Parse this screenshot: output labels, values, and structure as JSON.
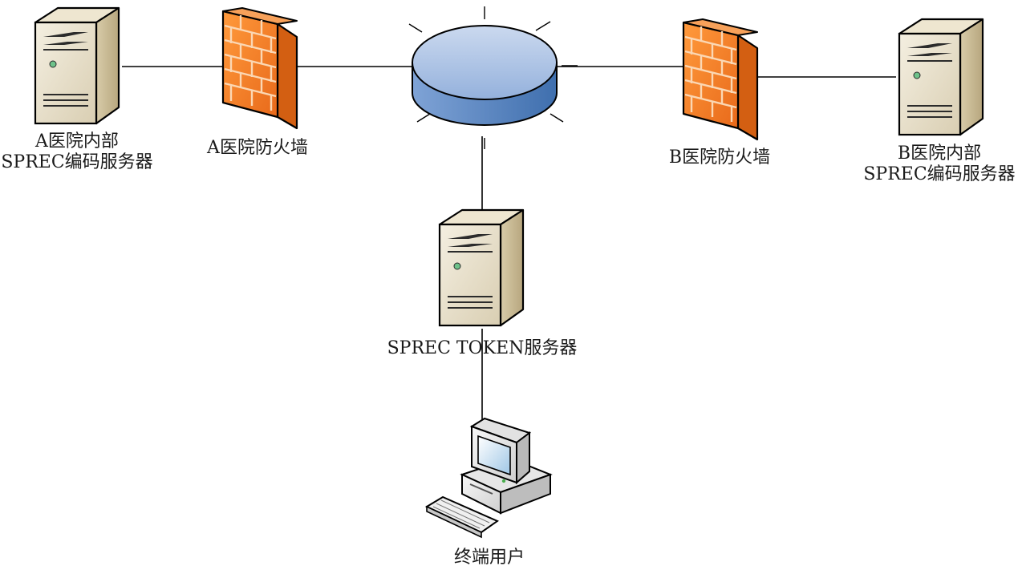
{
  "nodes": {
    "a_server": {
      "line1": "A医院内部",
      "line2": "SPREC编码服务器"
    },
    "a_firewall": {
      "label": "A医院防火墙"
    },
    "b_firewall": {
      "label": "B医院防火墙"
    },
    "b_server": {
      "line1": "B医院内部",
      "line2": "SPREC编码服务器"
    },
    "token_server": {
      "label": "SPREC TOKEN服务器"
    },
    "end_user": {
      "label": "终端用户"
    }
  },
  "icons": {
    "server": "server-tower-icon",
    "firewall": "brick-firewall-icon",
    "hub": "network-hub-icon",
    "workstation": "desktop-computer-icon"
  },
  "colors": {
    "server_body": "#e9e1cc",
    "server_side": "#c9bb98",
    "firewall_front": "#f07a22",
    "firewall_side": "#d25d10",
    "hub_top": "#a9c0e2",
    "hub_side": "#5d8bc6",
    "line": "#000000"
  }
}
